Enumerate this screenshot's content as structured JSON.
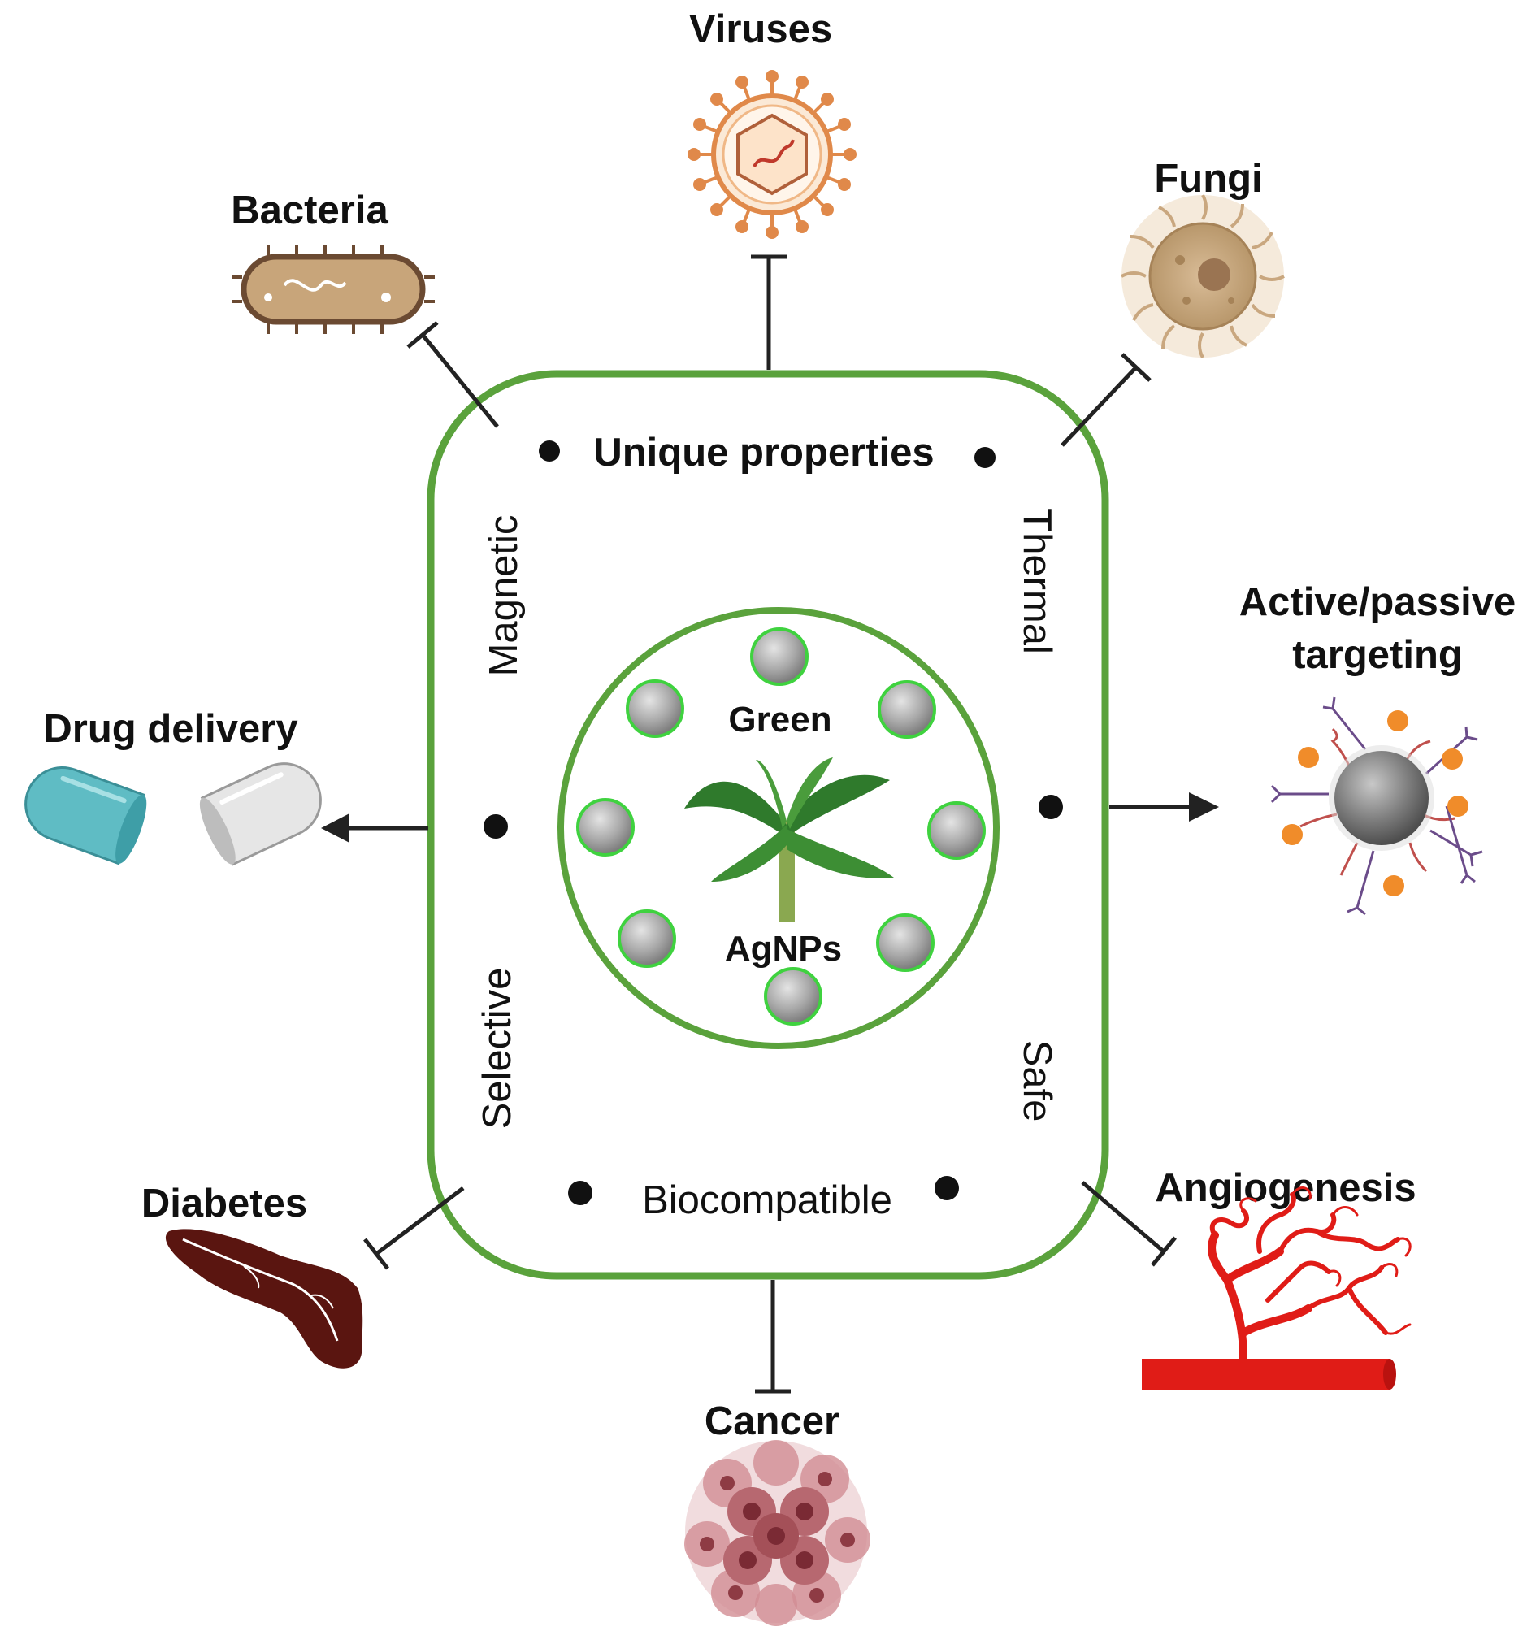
{
  "center": {
    "properties_title": "Unique properties",
    "top_word": "Green",
    "bottom_word": "AgNPs",
    "side_labels": {
      "left_top": "Magnetic",
      "right_top": "Thermal",
      "left_bottom": "Selective",
      "right_bottom": "Safe",
      "bottom": "Biocompatible"
    }
  },
  "outcomes": {
    "viruses": "Viruses",
    "bacteria": "Bacteria",
    "fungi": "Fungi",
    "drug_delivery": "Drug delivery",
    "targeting_line1": "Active/passive",
    "targeting_line2": "targeting",
    "diabetes": "Diabetes",
    "angiogenesis": "Angiogenesis",
    "cancer": "Cancer"
  },
  "colors": {
    "frame_green": "#5aa23c",
    "np_ring": "#3fd23f",
    "arrow": "#222222",
    "capsule_blue": "#5fbcc4",
    "vessel_red": "#e01c17",
    "pancreas": "#5a1510",
    "virus": "#e0894a",
    "bacteria": "#c8a57a",
    "fungi": "#c9a77f",
    "cancer": "#a45058",
    "targeting_dots": "#f08c2a"
  }
}
